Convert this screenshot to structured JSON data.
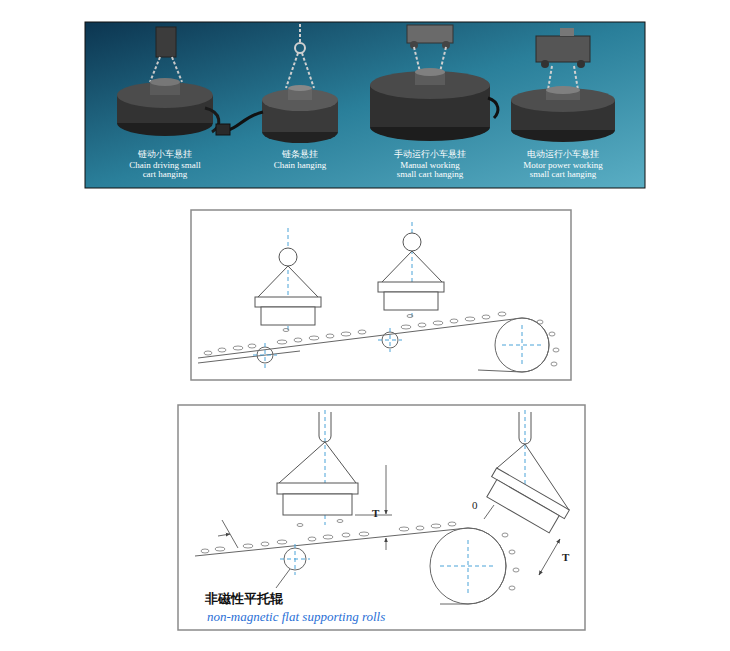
{
  "diagram": {
    "labels": [
      "链动小车悬挂",
      "Chain driving small cart hanging",
      "链条悬挂",
      "Chain hanging",
      "手动运行小车悬挂",
      "Manual working small cart hanging",
      "电动运行小车悬挂",
      "Motor power working small cart hanging",
      "T",
      "0",
      "T",
      "非磁性平托辊",
      "non-magnetic flat supporting rolls"
    ]
  }
}
